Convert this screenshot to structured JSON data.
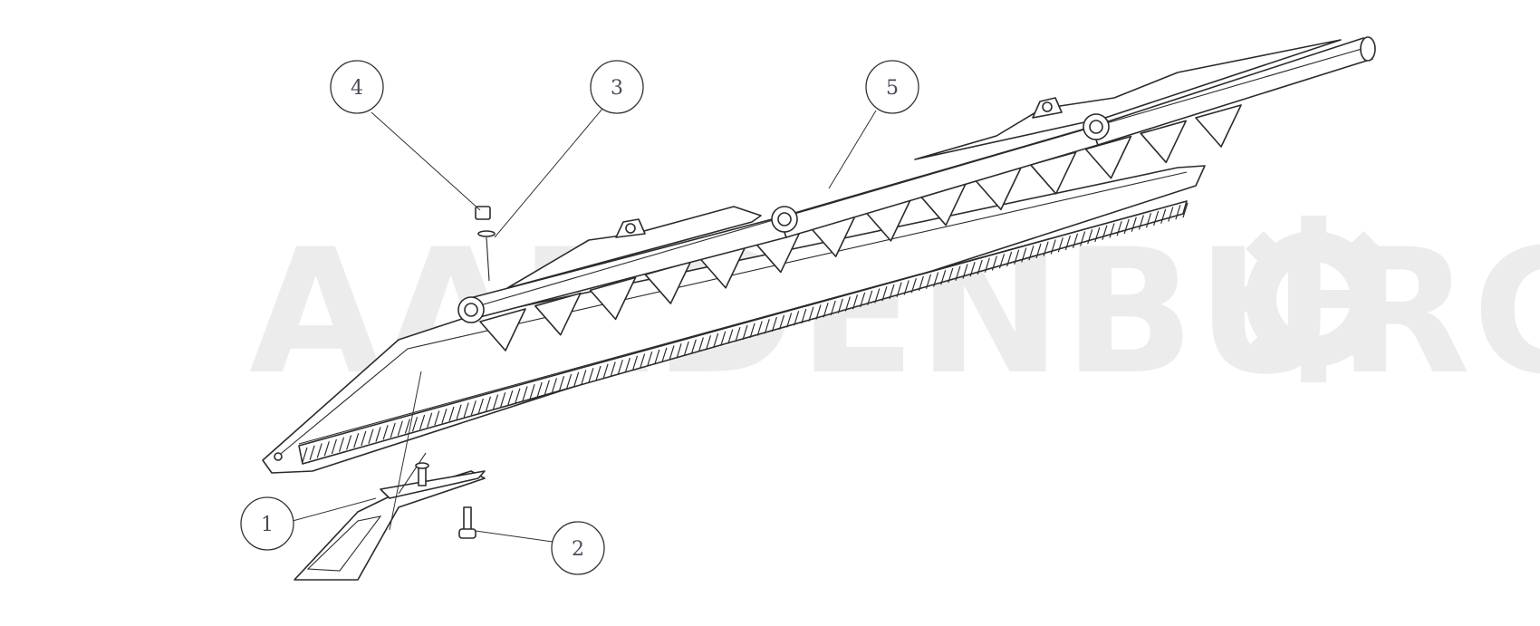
{
  "watermark": {
    "text": "AARDENBURG",
    "color": "#ececec"
  },
  "callouts": [
    {
      "id": "1",
      "label": "1"
    },
    {
      "id": "2",
      "label": "2"
    },
    {
      "id": "3",
      "label": "3"
    },
    {
      "id": "4",
      "label": "4"
    },
    {
      "id": "5",
      "label": "5"
    }
  ],
  "colors": {
    "line": "#2b2b2b",
    "callout_text": "#4a4a5a"
  }
}
